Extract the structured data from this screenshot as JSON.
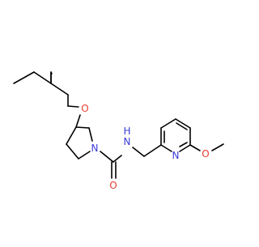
{
  "molecule": {
    "atom_labels": {
      "o_ether": "O",
      "n_ring": "N",
      "n_amide": "N",
      "h_amide": "H",
      "o_carbonyl": "O",
      "n_pyridine": "N",
      "o_methoxy": "O"
    },
    "colors": {
      "bond": "#000000",
      "nitrogen": "#3b3bd6",
      "oxygen": "#e83a2e"
    }
  }
}
